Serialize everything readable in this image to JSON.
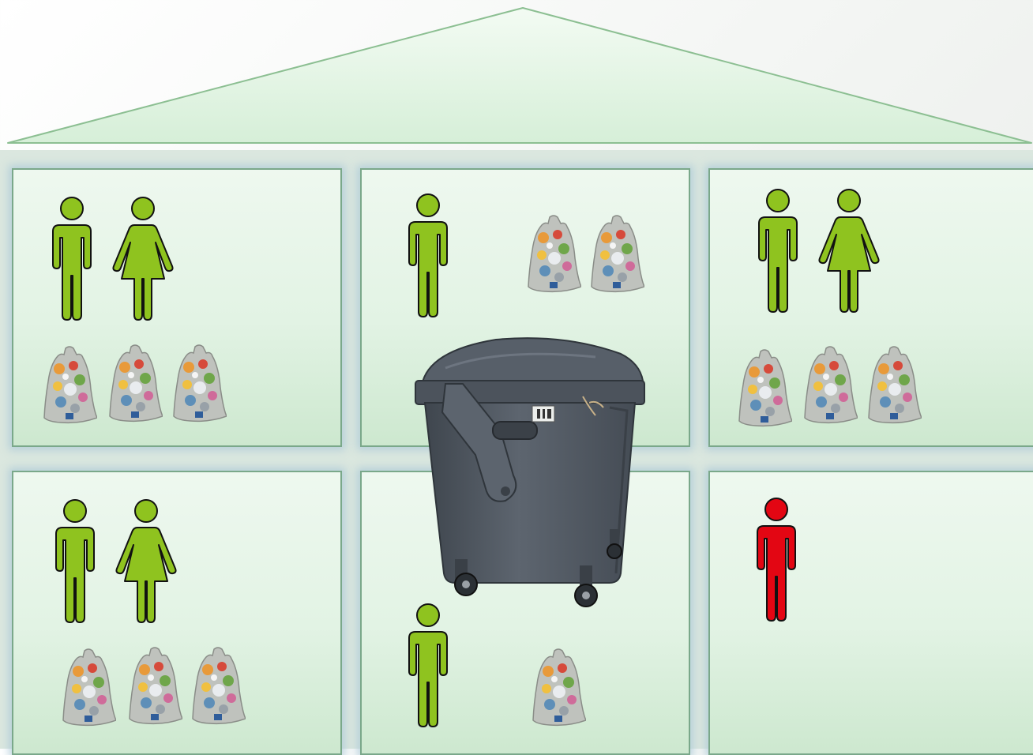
{
  "diagram": {
    "colors": {
      "roof_fill": "#e4f5e6",
      "room_fill": "#e2f3e4",
      "room_border": "#7aa88a",
      "resident": "#8fc31f",
      "resident_alert": "#e30613",
      "bag": "#b9bcb8",
      "bin": "#525a64"
    },
    "icons": {
      "man": "man-icon",
      "woman": "woman-icon",
      "bag": "garbage-bag-icon",
      "bin": "waste-container-icon"
    },
    "rooms": [
      {
        "id": "top-left",
        "men": 1,
        "women": 1,
        "bags": 3,
        "status": "normal"
      },
      {
        "id": "top-middle",
        "men": 1,
        "women": 0,
        "bags": 2,
        "status": "normal"
      },
      {
        "id": "top-right",
        "men": 1,
        "women": 1,
        "bags": 3,
        "status": "normal"
      },
      {
        "id": "bottom-left",
        "men": 1,
        "women": 1,
        "bags": 3,
        "status": "normal"
      },
      {
        "id": "bottom-middle",
        "men": 1,
        "women": 0,
        "bags": 1,
        "status": "normal"
      },
      {
        "id": "bottom-right",
        "men": 1,
        "women": 0,
        "bags": 0,
        "status": "alert"
      }
    ]
  }
}
